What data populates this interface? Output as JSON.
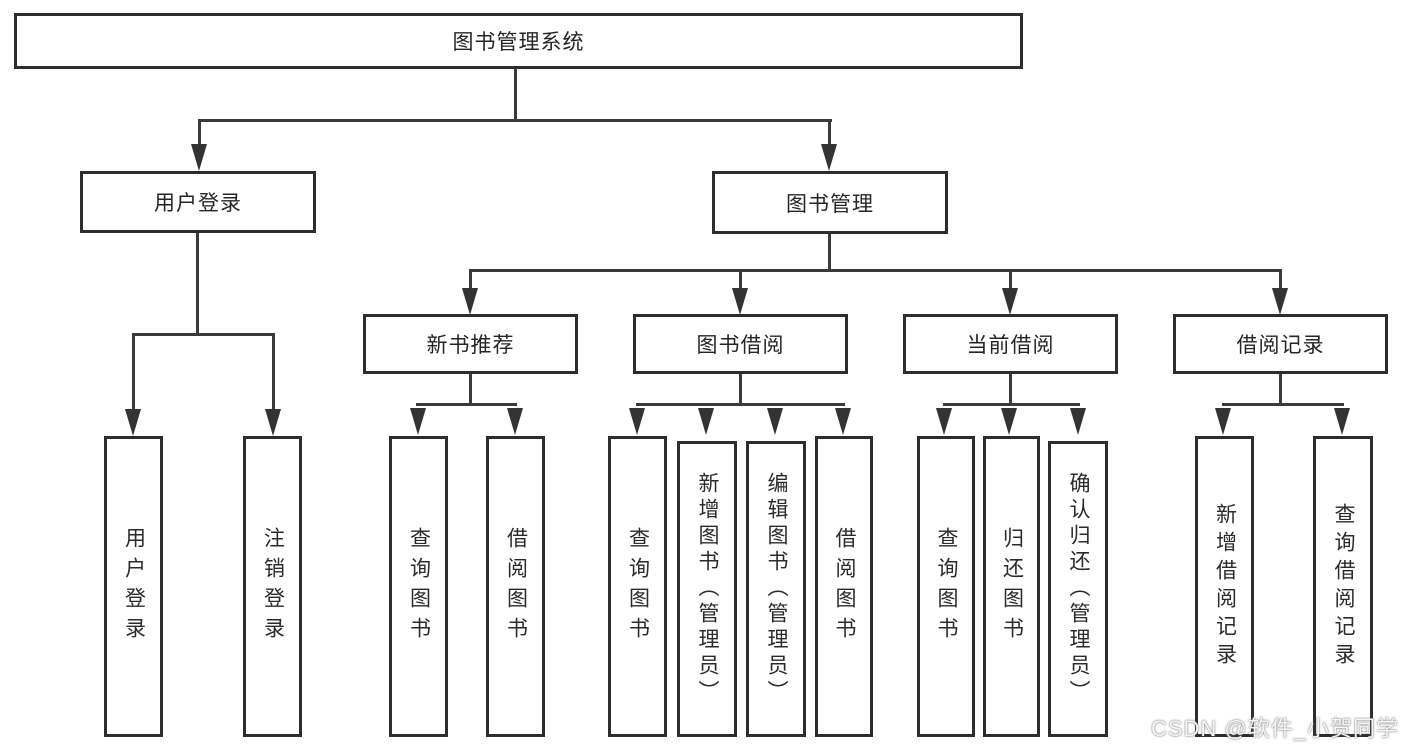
{
  "diagram": {
    "title": "图书管理系统",
    "root": {
      "label": "图书管理系统"
    },
    "branches": {
      "user_login": {
        "label": "用户登录",
        "children": [
          "用户登录",
          "注销登录"
        ]
      },
      "book_management": {
        "label": "图书管理",
        "children": {
          "new_book": {
            "label": "新书推荐",
            "children": [
              "查询图书",
              "借阅图书"
            ]
          },
          "borrow": {
            "label": "图书借阅",
            "children": [
              "查询图书",
              "新增图书（管理员）",
              "编辑图书（管理员）",
              "借阅图书"
            ]
          },
          "current": {
            "label": "当前借阅",
            "children": [
              "查询图书",
              "归还图书",
              "确认归还（管理员）"
            ]
          },
          "records": {
            "label": "借阅记录",
            "children": [
              "新增借阅记录",
              "查询借阅记录"
            ]
          }
        }
      }
    }
  },
  "watermark": {
    "text": "CSDN @软件_小贺同学"
  },
  "colors": {
    "background": "#ffffff",
    "line": "#3a3a3a",
    "box_border": "#2d2d2d",
    "text": "#252525",
    "watermark_halo": "#6e6e6e"
  }
}
